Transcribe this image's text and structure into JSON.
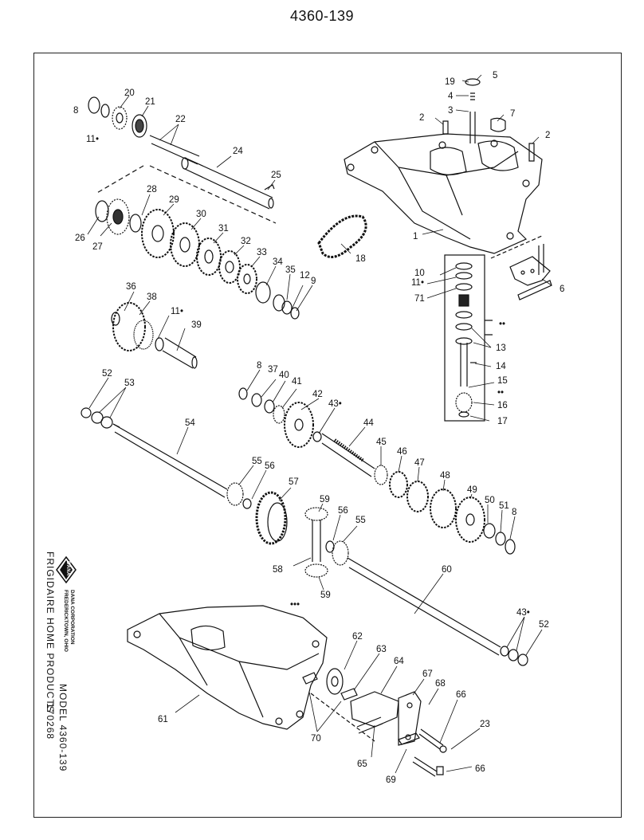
{
  "page": {
    "title": "4360-139"
  },
  "imprint": {
    "brand_logo": "DANA",
    "company_line1": "DANA CORPORATION",
    "company_line2": "FREDERICKTOWN, OHIO",
    "customer": "FRIGIDAIRE HOME PRODUCTS",
    "model": "MODEL 4360-139",
    "code": "170268"
  },
  "callouts": [
    {
      "id": "c8a",
      "text": "8"
    },
    {
      "id": "c20",
      "text": "20"
    },
    {
      "id": "c21",
      "text": "21"
    },
    {
      "id": "c11a",
      "text": "11•"
    },
    {
      "id": "c22",
      "text": "22"
    },
    {
      "id": "c24",
      "text": "24"
    },
    {
      "id": "c25",
      "text": "25"
    },
    {
      "id": "c28",
      "text": "28"
    },
    {
      "id": "c29",
      "text": "29"
    },
    {
      "id": "c30",
      "text": "30"
    },
    {
      "id": "c31",
      "text": "31"
    },
    {
      "id": "c26",
      "text": "26"
    },
    {
      "id": "c27",
      "text": "27"
    },
    {
      "id": "c32",
      "text": "32"
    },
    {
      "id": "c33",
      "text": "33"
    },
    {
      "id": "c34",
      "text": "34"
    },
    {
      "id": "c35",
      "text": "35"
    },
    {
      "id": "c12",
      "text": "12"
    },
    {
      "id": "c9",
      "text": "9"
    },
    {
      "id": "c36",
      "text": "36"
    },
    {
      "id": "c38",
      "text": "38"
    },
    {
      "id": "c11b",
      "text": "11•"
    },
    {
      "id": "c39",
      "text": "39"
    },
    {
      "id": "c18",
      "text": "18"
    },
    {
      "id": "c5",
      "text": "5"
    },
    {
      "id": "c19",
      "text": "19"
    },
    {
      "id": "c4",
      "text": "4"
    },
    {
      "id": "c3",
      "text": "3"
    },
    {
      "id": "c2a",
      "text": "2"
    },
    {
      "id": "c7",
      "text": "7"
    },
    {
      "id": "c2b",
      "text": "2"
    },
    {
      "id": "c1",
      "text": "1"
    },
    {
      "id": "c6",
      "text": "6"
    },
    {
      "id": "c10",
      "text": "10"
    },
    {
      "id": "c11c",
      "text": "11•"
    },
    {
      "id": "c71",
      "text": "71"
    },
    {
      "id": "c13",
      "text": "13"
    },
    {
      "id": "c14",
      "text": "14"
    },
    {
      "id": "c15",
      "text": "15"
    },
    {
      "id": "c16",
      "text": "16"
    },
    {
      "id": "c17",
      "text": "17"
    },
    {
      "id": "c8b",
      "text": "8"
    },
    {
      "id": "c37",
      "text": "37"
    },
    {
      "id": "c40",
      "text": "40"
    },
    {
      "id": "c41",
      "text": "41"
    },
    {
      "id": "c42",
      "text": "42"
    },
    {
      "id": "c43a",
      "text": "43•"
    },
    {
      "id": "c44",
      "text": "44"
    },
    {
      "id": "c52a",
      "text": "52"
    },
    {
      "id": "c53",
      "text": "53"
    },
    {
      "id": "c54",
      "text": "54"
    },
    {
      "id": "c45",
      "text": "45"
    },
    {
      "id": "c46",
      "text": "46"
    },
    {
      "id": "c47",
      "text": "47"
    },
    {
      "id": "c48",
      "text": "48"
    },
    {
      "id": "c49",
      "text": "49"
    },
    {
      "id": "c50",
      "text": "50"
    },
    {
      "id": "c51",
      "text": "51"
    },
    {
      "id": "c8c",
      "text": "8"
    },
    {
      "id": "c55a",
      "text": "55"
    },
    {
      "id": "c56a",
      "text": "56"
    },
    {
      "id": "c57",
      "text": "57"
    },
    {
      "id": "c59a",
      "text": "59"
    },
    {
      "id": "c56b",
      "text": "56"
    },
    {
      "id": "c55b",
      "text": "55"
    },
    {
      "id": "c58",
      "text": "58"
    },
    {
      "id": "c59b",
      "text": "59"
    },
    {
      "id": "c60",
      "text": "60"
    },
    {
      "id": "c43b",
      "text": "43•"
    },
    {
      "id": "c52b",
      "text": "52"
    },
    {
      "id": "c62",
      "text": "62"
    },
    {
      "id": "c63",
      "text": "63"
    },
    {
      "id": "c64",
      "text": "64"
    },
    {
      "id": "c67",
      "text": "67"
    },
    {
      "id": "c68",
      "text": "68"
    },
    {
      "id": "c66a",
      "text": "66"
    },
    {
      "id": "c23",
      "text": "23"
    },
    {
      "id": "c61",
      "text": "61"
    },
    {
      "id": "c70",
      "text": "70"
    },
    {
      "id": "c65",
      "text": "65"
    },
    {
      "id": "c69",
      "text": "69"
    },
    {
      "id": "c66b",
      "text": "66"
    }
  ],
  "markers": {
    "dot2": "••",
    "dot3": "•••"
  }
}
